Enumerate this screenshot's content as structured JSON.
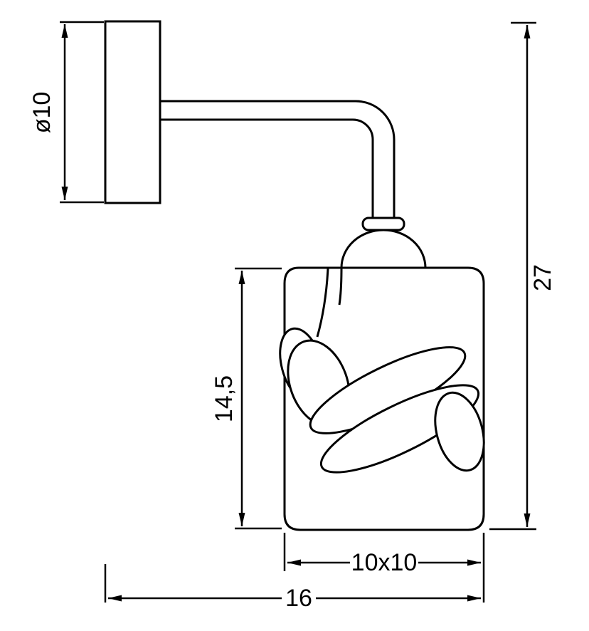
{
  "drawing": {
    "labels": {
      "diameter": "ø10",
      "total_height": "27",
      "shade_height": "14,5",
      "shade_width": "10x10",
      "depth": "16"
    }
  }
}
